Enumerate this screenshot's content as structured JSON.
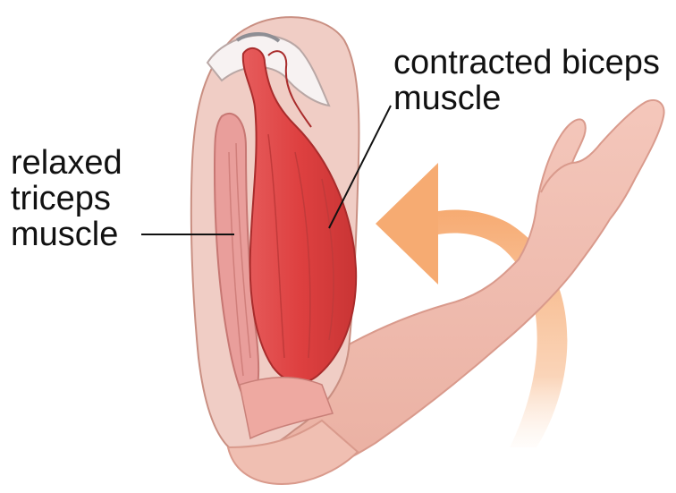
{
  "labels": {
    "biceps": {
      "line1": "contracted biceps",
      "line2": "muscle"
    },
    "triceps": {
      "line1": "relaxed",
      "line2": "triceps",
      "line3": "muscle"
    }
  },
  "colors": {
    "skin": "#f2c0b4",
    "skin_shade": "#e3a596",
    "biceps": "#e04747",
    "triceps": "#e89a98",
    "bone": "#f4eeee",
    "arrow": "#f6b07e",
    "leader_line": "#111111"
  }
}
